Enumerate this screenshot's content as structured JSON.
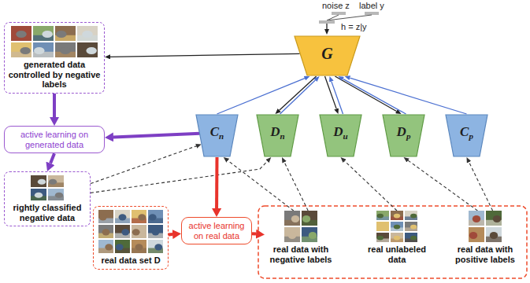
{
  "diagram": {
    "nodes": [
      {
        "text": [
          "G"
        ]
      },
      {
        "text": [
          "generated data controlled by negative labels"
        ]
      },
      {
        "text": [
          "Cn"
        ]
      },
      {
        "text": [
          "Dn"
        ]
      },
      {
        "text": [
          "Du"
        ]
      },
      {
        "text": [
          "Dp"
        ]
      },
      {
        "text": [
          "Cp"
        ]
      },
      {
        "text": [
          "active learning on generated data"
        ]
      },
      {
        "text": [
          "rightly classified negative data"
        ]
      },
      {
        "text": [
          "real data set D"
        ]
      },
      {
        "text": [
          "active learning on real data"
        ]
      },
      {
        "text": [
          "real data with negative labels"
        ]
      },
      {
        "text": [
          "real unlabeled data"
        ]
      },
      {
        "text": [
          "real data with positive labels"
        ]
      }
    ],
    "edges": [
      {
        "from": 0,
        "to": 1,
        "arrow": "to"
      },
      {
        "from": 0,
        "to": 3,
        "arrow": "to"
      },
      {
        "from": 0,
        "to": 4,
        "arrow": "to"
      },
      {
        "from": 0,
        "to": 5,
        "arrow": "to"
      },
      {
        "from": 2,
        "to": 0,
        "arrow": "to"
      },
      {
        "from": 3,
        "to": 0,
        "arrow": "to"
      },
      {
        "from": 4,
        "to": 0,
        "arrow": "to"
      },
      {
        "from": 5,
        "to": 0,
        "arrow": "to"
      },
      {
        "from": 6,
        "to": 0,
        "arrow": "to"
      },
      {
        "from": 1,
        "to": 7,
        "arrow": "to"
      },
      {
        "from": 2,
        "to": 7,
        "arrow": "to"
      },
      {
        "from": 7,
        "to": 8,
        "arrow": "to"
      },
      {
        "from": 8,
        "to": 2,
        "arrow": "to"
      },
      {
        "from": 8,
        "to": 3,
        "arrow": "to"
      },
      {
        "from": 2,
        "to": 10,
        "arrow": "to"
      },
      {
        "from": 9,
        "to": 10,
        "arrow": "to"
      },
      {
        "from": 10,
        "to": 11,
        "arrow": "to"
      },
      {
        "from": 11,
        "to": 2,
        "arrow": "to"
      },
      {
        "from": 11,
        "to": 3,
        "arrow": "to"
      },
      {
        "from": 12,
        "to": 4,
        "arrow": "to"
      },
      {
        "from": 13,
        "to": 5,
        "arrow": "to"
      },
      {
        "from": 13,
        "to": 6,
        "arrow": "to"
      }
    ],
    "labels": [
      "noise z",
      "label y",
      "h = z|y"
    ]
  }
}
